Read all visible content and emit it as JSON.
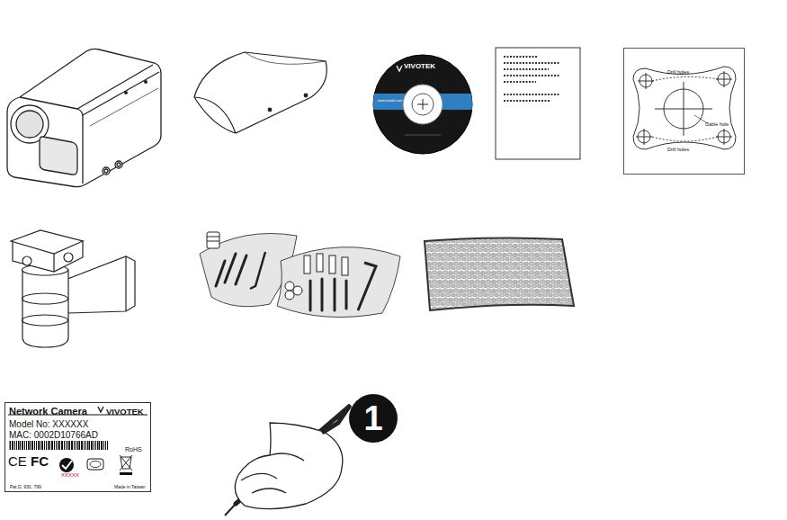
{
  "diagram": {
    "nodes": [
      {
        "text": [
          "Drill holes",
          "Cable hole",
          "Drill holes"
        ]
      },
      {
        "text": [
          "Network Camera",
          "VIVOTEK",
          "Model No: XXXXXX",
          "MAC: 0002D10766AD",
          "RoHS",
          "CE",
          "FC",
          "XXXXX",
          "Pat.D, 930, 799",
          "Made in Taiwan"
        ]
      }
    ],
    "labels": [
      "VIVOTEK",
      "www.vivotek.com",
      "1"
    ]
  }
}
